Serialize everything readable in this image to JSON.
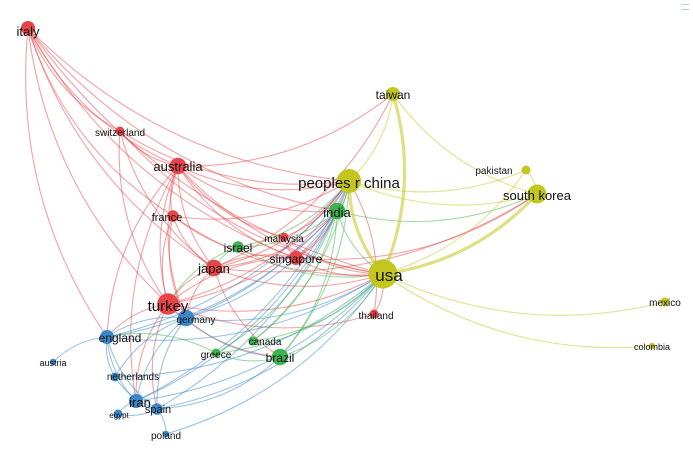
{
  "colors": {
    "cluster_red": "#e8454a",
    "cluster_green": "#3fb34f",
    "cluster_blue": "#3b87c8",
    "cluster_yellow": "#c3c61e",
    "background": "#ffffff"
  },
  "nodes": [
    {
      "id": "italy",
      "label": "italy",
      "cluster": "red",
      "weight": 4
    },
    {
      "id": "switzerland",
      "label": "switzerland",
      "cluster": "red",
      "weight": 2
    },
    {
      "id": "australia",
      "label": "australia",
      "cluster": "red",
      "weight": 5
    },
    {
      "id": "france",
      "label": "france",
      "cluster": "red",
      "weight": 3
    },
    {
      "id": "israel",
      "label": "israel",
      "cluster": "green",
      "weight": 3
    },
    {
      "id": "malaysia",
      "label": "malaysia",
      "cluster": "red",
      "weight": 2
    },
    {
      "id": "singapore",
      "label": "singapore",
      "cluster": "red",
      "weight": 4
    },
    {
      "id": "japan",
      "label": "japan",
      "cluster": "red",
      "weight": 5
    },
    {
      "id": "turkey",
      "label": "turkey",
      "cluster": "red",
      "weight": 7
    },
    {
      "id": "germany",
      "label": "germany",
      "cluster": "blue",
      "weight": 5
    },
    {
      "id": "england",
      "label": "england",
      "cluster": "blue",
      "weight": 4
    },
    {
      "id": "austria",
      "label": "austria",
      "cluster": "blue",
      "weight": 1
    },
    {
      "id": "netherlands",
      "label": "netherlands",
      "cluster": "blue",
      "weight": 2
    },
    {
      "id": "iran",
      "label": "iran",
      "cluster": "blue",
      "weight": 4
    },
    {
      "id": "egypt",
      "label": "egypt",
      "cluster": "blue",
      "weight": 2
    },
    {
      "id": "spain",
      "label": "spain",
      "cluster": "blue",
      "weight": 3
    },
    {
      "id": "poland",
      "label": "poland",
      "cluster": "blue",
      "weight": 1
    },
    {
      "id": "greece",
      "label": "greece",
      "cluster": "green",
      "weight": 2
    },
    {
      "id": "canada",
      "label": "canada",
      "cluster": "green",
      "weight": 2
    },
    {
      "id": "brazil",
      "label": "brazil",
      "cluster": "green",
      "weight": 5
    },
    {
      "id": "india",
      "label": "india",
      "cluster": "green",
      "weight": 5
    },
    {
      "id": "thailand",
      "label": "thailand",
      "cluster": "red",
      "weight": 2
    },
    {
      "id": "peoples_r_china",
      "label": "peoples r china",
      "cluster": "yellow",
      "weight": 8
    },
    {
      "id": "usa",
      "label": "usa",
      "cluster": "yellow",
      "weight": 10
    },
    {
      "id": "taiwan",
      "label": "taiwan",
      "cluster": "yellow",
      "weight": 4
    },
    {
      "id": "pakistan",
      "label": "pakistan",
      "cluster": "yellow",
      "weight": 2
    },
    {
      "id": "south_korea",
      "label": "south korea",
      "cluster": "yellow",
      "weight": 6
    },
    {
      "id": "mexico",
      "label": "mexico",
      "cluster": "yellow",
      "weight": 2
    },
    {
      "id": "colombia",
      "label": "colombia",
      "cluster": "yellow",
      "weight": 1
    }
  ],
  "links": [
    [
      "italy",
      "australia"
    ],
    [
      "italy",
      "turkey"
    ],
    [
      "italy",
      "switzerland"
    ],
    [
      "italy",
      "usa"
    ],
    [
      "italy",
      "peoples_r_china"
    ],
    [
      "italy",
      "england"
    ],
    [
      "italy",
      "france"
    ],
    [
      "italy",
      "singapore"
    ],
    [
      "italy",
      "japan"
    ],
    [
      "italy",
      "india"
    ],
    [
      "switzerland",
      "australia"
    ],
    [
      "switzerland",
      "usa"
    ],
    [
      "switzerland",
      "turkey"
    ],
    [
      "switzerland",
      "peoples_r_china"
    ],
    [
      "switzerland",
      "japan"
    ],
    [
      "australia",
      "peoples_r_china"
    ],
    [
      "australia",
      "usa"
    ],
    [
      "australia",
      "turkey"
    ],
    [
      "australia",
      "japan"
    ],
    [
      "australia",
      "singapore"
    ],
    [
      "australia",
      "india"
    ],
    [
      "australia",
      "france"
    ],
    [
      "australia",
      "england"
    ],
    [
      "australia",
      "germany"
    ],
    [
      "australia",
      "iran"
    ],
    [
      "australia",
      "malaysia"
    ],
    [
      "australia",
      "taiwan"
    ],
    [
      "france",
      "usa"
    ],
    [
      "france",
      "turkey"
    ],
    [
      "france",
      "peoples_r_china"
    ],
    [
      "france",
      "japan"
    ],
    [
      "france",
      "singapore"
    ],
    [
      "france",
      "germany"
    ],
    [
      "israel",
      "usa"
    ],
    [
      "israel",
      "peoples_r_china"
    ],
    [
      "israel",
      "turkey"
    ],
    [
      "israel",
      "japan"
    ],
    [
      "israel",
      "india"
    ],
    [
      "malaysia",
      "usa"
    ],
    [
      "malaysia",
      "peoples_r_china"
    ],
    [
      "malaysia",
      "singapore"
    ],
    [
      "singapore",
      "usa"
    ],
    [
      "singapore",
      "peoples_r_china"
    ],
    [
      "singapore",
      "japan"
    ],
    [
      "singapore",
      "turkey"
    ],
    [
      "singapore",
      "india"
    ],
    [
      "singapore",
      "south_korea"
    ],
    [
      "japan",
      "usa"
    ],
    [
      "japan",
      "peoples_r_china"
    ],
    [
      "japan",
      "turkey"
    ],
    [
      "japan",
      "india"
    ],
    [
      "japan",
      "germany"
    ],
    [
      "japan",
      "south_korea"
    ],
    [
      "japan",
      "brazil"
    ],
    [
      "japan",
      "taiwan"
    ],
    [
      "turkey",
      "usa"
    ],
    [
      "turkey",
      "peoples_r_china"
    ],
    [
      "turkey",
      "germany"
    ],
    [
      "turkey",
      "england"
    ],
    [
      "turkey",
      "iran"
    ],
    [
      "turkey",
      "india"
    ],
    [
      "turkey",
      "brazil"
    ],
    [
      "turkey",
      "spain"
    ],
    [
      "turkey",
      "thailand"
    ],
    [
      "germany",
      "usa"
    ],
    [
      "germany",
      "peoples_r_china"
    ],
    [
      "germany",
      "england"
    ],
    [
      "germany",
      "india"
    ],
    [
      "germany",
      "iran"
    ],
    [
      "germany",
      "spain"
    ],
    [
      "germany",
      "netherlands"
    ],
    [
      "germany",
      "brazil"
    ],
    [
      "england",
      "usa"
    ],
    [
      "england",
      "peoples_r_china"
    ],
    [
      "england",
      "iran"
    ],
    [
      "england",
      "spain"
    ],
    [
      "england",
      "austria"
    ],
    [
      "england",
      "netherlands"
    ],
    [
      "england",
      "india"
    ],
    [
      "netherlands",
      "usa"
    ],
    [
      "netherlands",
      "spain"
    ],
    [
      "iran",
      "usa"
    ],
    [
      "iran",
      "peoples_r_china"
    ],
    [
      "iran",
      "spain"
    ],
    [
      "iran",
      "egypt"
    ],
    [
      "iran",
      "india"
    ],
    [
      "egypt",
      "spain"
    ],
    [
      "poland",
      "usa"
    ],
    [
      "poland",
      "spain"
    ],
    [
      "spain",
      "usa"
    ],
    [
      "spain",
      "peoples_r_china"
    ],
    [
      "spain",
      "brazil"
    ],
    [
      "greece",
      "usa"
    ],
    [
      "greece",
      "india"
    ],
    [
      "greece",
      "brazil"
    ],
    [
      "greece",
      "england"
    ],
    [
      "canada",
      "usa"
    ],
    [
      "canada",
      "india"
    ],
    [
      "canada",
      "peoples_r_china"
    ],
    [
      "brazil",
      "usa"
    ],
    [
      "brazil",
      "india"
    ],
    [
      "brazil",
      "peoples_r_china"
    ],
    [
      "india",
      "usa"
    ],
    [
      "india",
      "peoples_r_china"
    ],
    [
      "india",
      "south_korea"
    ],
    [
      "thailand",
      "usa"
    ],
    [
      "thailand",
      "peoples_r_china"
    ],
    [
      "peoples_r_china",
      "usa"
    ],
    [
      "peoples_r_china",
      "taiwan"
    ],
    [
      "peoples_r_china",
      "south_korea"
    ],
    [
      "peoples_r_china",
      "pakistan"
    ],
    [
      "usa",
      "taiwan"
    ],
    [
      "usa",
      "south_korea"
    ],
    [
      "usa",
      "pakistan"
    ],
    [
      "usa",
      "mexico"
    ],
    [
      "usa",
      "colombia"
    ],
    [
      "south_korea",
      "pakistan"
    ],
    [
      "taiwan",
      "south_korea"
    ]
  ]
}
